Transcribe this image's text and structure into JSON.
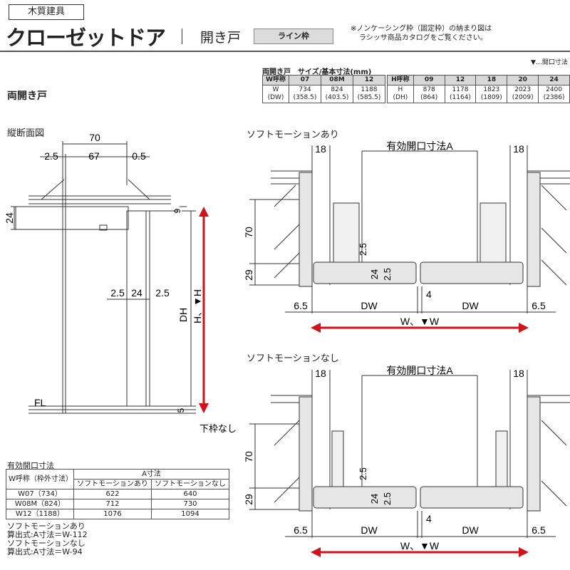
{
  "header": {
    "category": "木質建具",
    "title": "クローゼットドア",
    "subtitle": "開き戸",
    "badge": "ライン枠",
    "note_line1": "※ノンケーシング枠（固定枠）の納まり図は",
    "note_line2": "ラシッサ商品カタログをご覧ください。",
    "legend": "▼…開口寸法"
  },
  "spec": {
    "heading": "両開き戸",
    "size_label": "両開き戸　サイズ/基本寸法(mm)",
    "w_label": "W呼称",
    "w_codes": [
      "07",
      "08M",
      "12"
    ],
    "w_row_label": "W\n(DW)",
    "w_values": [
      "734\n(358.5)",
      "824\n(403.5)",
      "1188\n(585.5)"
    ],
    "h_label": "H呼称",
    "h_codes": [
      "09",
      "12",
      "18",
      "20",
      "24"
    ],
    "h_row_label": "H\n(DH)",
    "h_values": [
      "878\n(864)",
      "1178\n(1164)",
      "1823\n(1809)",
      "2023\n(2009)",
      "2400\n(2386)"
    ]
  },
  "section": {
    "title": "縦断面図",
    "dims": {
      "d70": "70",
      "d2_5a": "2.5",
      "d67": "67",
      "d0_5": "0.5",
      "d24": "24",
      "d9": "9",
      "d2_5b": "2.5",
      "d24b": "24",
      "d2_5c": "2.5",
      "dh": "DH",
      "h": "H、▼H",
      "fl": "FL",
      "d5": "5",
      "no_bottom": "下枠なし"
    }
  },
  "plan_soft": {
    "title": "ソフトモーションあり",
    "opening": "有効開口寸法A",
    "d18l": "18",
    "d18r": "18",
    "d70": "70",
    "d29": "29",
    "d2_5a": "2.5",
    "d24": "24",
    "d2_5b": "2.5",
    "d6_5l": "6.5",
    "dw_l": "DW",
    "d4": "4",
    "dw_r": "DW",
    "d6_5r": "6.5",
    "w": "W、▼W"
  },
  "plan_nosoft": {
    "title": "ソフトモーションなし",
    "opening": "有効開口寸法A",
    "d18l": "18",
    "d18r": "18",
    "d70": "70",
    "d29": "29",
    "d2_5a": "2.5",
    "d24": "24",
    "d2_5b": "2.5",
    "d6_5l": "6.5",
    "dw_l": "DW",
    "d4": "4",
    "dw_r": "DW",
    "d6_5r": "6.5",
    "w": "W、▼W"
  },
  "opening": {
    "title": "有効開口寸法",
    "col_w": "W呼称（枠外寸法）",
    "col_a": "A寸法",
    "col_soft": "ソフトモーションあり",
    "col_nosoft": "ソフトモーションなし",
    "rows": [
      {
        "w": "W07（734）",
        "soft": "622",
        "nosoft": "640"
      },
      {
        "w": "W08M（824）",
        "soft": "712",
        "nosoft": "730"
      },
      {
        "w": "W12（1188）",
        "soft": "1076",
        "nosoft": "1094"
      }
    ]
  },
  "formula": {
    "l1": "ソフトモーションあり",
    "l2": "算出式:A寸法＝W-112",
    "l3": "ソフトモーションなし",
    "l4": "算出式:A寸法＝W-94"
  },
  "colors": {
    "accent_red": "#d0121b",
    "line": "#333333",
    "fill_grey": "#e6e6e6"
  }
}
